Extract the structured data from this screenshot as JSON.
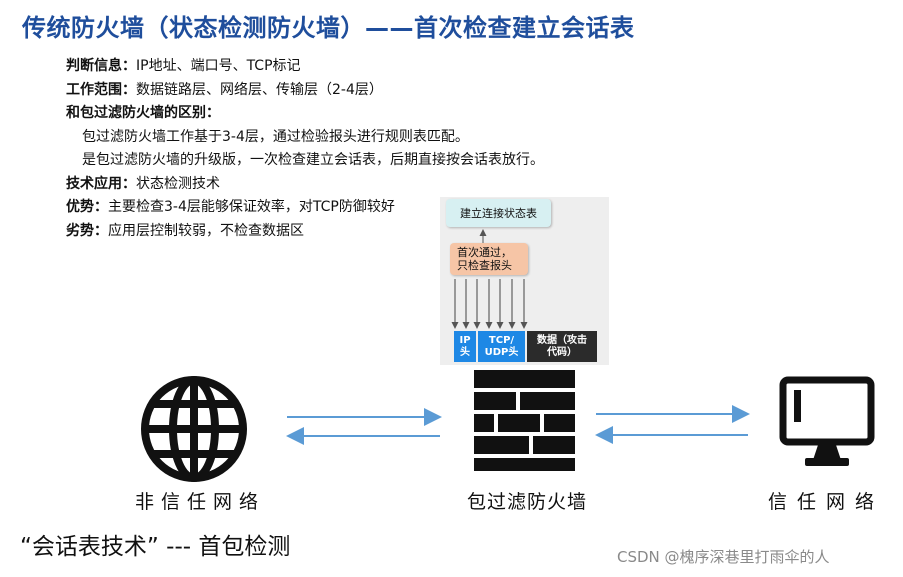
{
  "title": "传统防火墙（状态检测防火墙）——首次检查建立会话表",
  "info": {
    "judge_key": "判断信息：",
    "judge_val": "IP地址、端口号、TCP标记",
    "scope_key": "工作范围：",
    "scope_val": "数据链路层、网络层、传输层（2-4层）",
    "diff_key": "和包过滤防火墙的区别：",
    "diff_line1": "包过滤防火墙工作基于3-4层，通过检验报头进行规则表匹配。",
    "diff_line2": "是包过滤防火墙的升级版，一次检查建立会话表，后期直接按会话表放行。",
    "tech_key": "技术应用：",
    "tech_val": "状态检测技术",
    "pro_key": "优势：",
    "pro_val": "主要检查3-4层能够保证效率，对TCP防御较好",
    "con_key": "劣势：",
    "con_val": "应用层控制较弱，不检查数据区"
  },
  "diagram": {
    "conn_table": "建立连接状态表",
    "first_pass": [
      "首次通过，",
      "只检查报头"
    ],
    "packet": {
      "ip": [
        "IP",
        "头"
      ],
      "tcp": [
        "TCP/",
        "UDP头"
      ],
      "data": [
        "数据（攻击",
        "代码）"
      ]
    },
    "untrusted_label": "非信任网络",
    "firewall_label": "包过滤防火墙",
    "trusted_label": "信任网络",
    "icons": [
      "globe-icon",
      "firewall-brick-icon",
      "monitor-icon"
    ],
    "colors": {
      "title": "#1f4e9c",
      "arrow": "#5b9bd5",
      "packet_header": "#1e88e5",
      "packet_data": "#2b2b2b",
      "conn_box": "#d7f0f2",
      "check_box": "#f6c5a6"
    }
  },
  "caption": "“会话表技术”  --- 首包检测",
  "watermark": "CSDN @槐序深巷里打雨伞的人"
}
